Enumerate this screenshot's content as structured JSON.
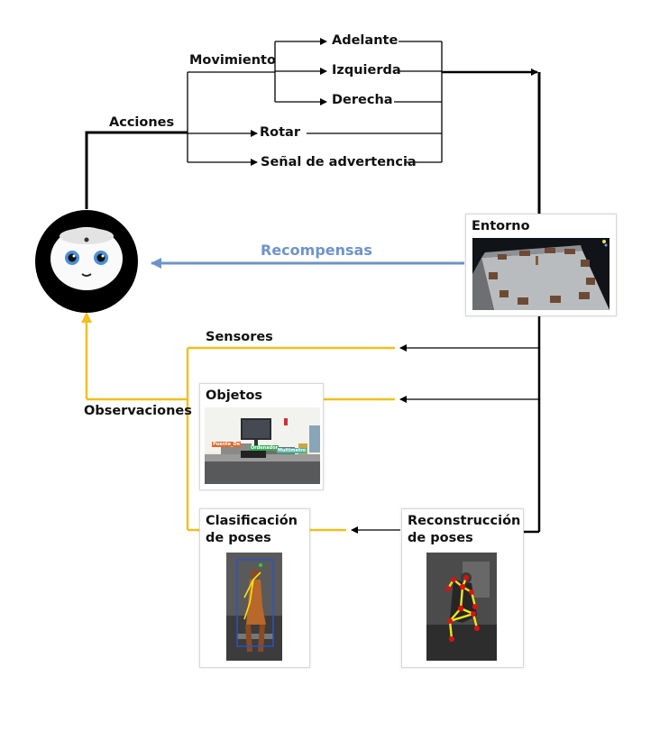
{
  "actions": {
    "title": "Acciones",
    "movement": "Movimiento",
    "forward": "Adelante",
    "left": "Izquierda",
    "right": "Derecha",
    "rotate": "Rotar",
    "warning": "Señal de advertencia"
  },
  "environment": {
    "title": "Entorno"
  },
  "rewards": {
    "label": "Recompensas"
  },
  "observations": {
    "title": "Observaciones",
    "sensors": "Sensores",
    "objects": "Objetos",
    "pose_classification": [
      "Clasificación",
      "de poses"
    ],
    "pose_reconstruction": [
      "Reconstrucción",
      "de poses"
    ]
  },
  "object_tags": [
    "Puente_De",
    "Ordenador",
    "Multimetro"
  ],
  "colors": {
    "action_line": "#000000",
    "observation_line": "#f0c020",
    "reward_line": "#6f93c9",
    "robot_face": "#000000",
    "robot_eye": "#4a90d9",
    "skeleton_joint": "#dd1111",
    "skeleton_bone": "#f2e41b",
    "pose_box": "#2a52c8"
  },
  "icons": {
    "robot": "robot-face-icon"
  }
}
